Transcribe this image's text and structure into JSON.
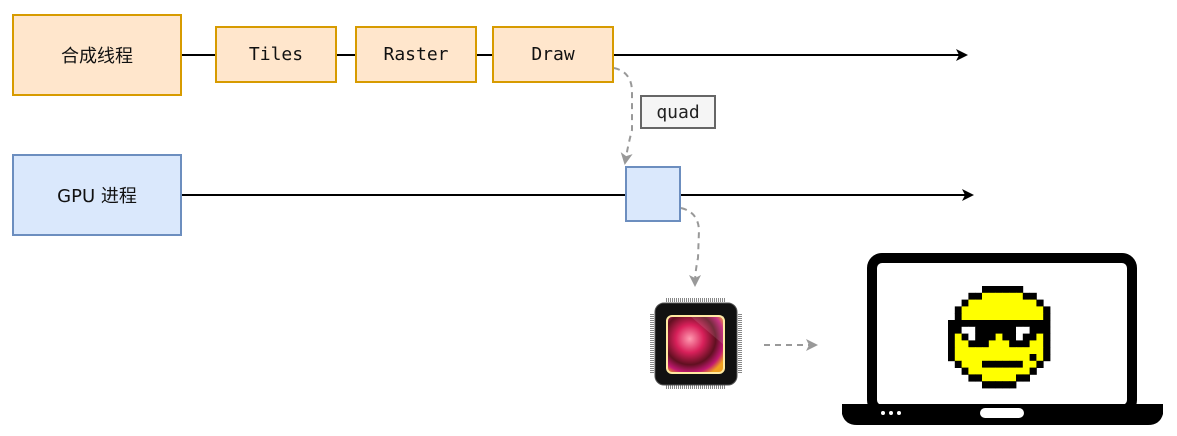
{
  "diagram": {
    "compositor_thread": {
      "label": "合成线程"
    },
    "stages": [
      {
        "label": "Tiles"
      },
      {
        "label": "Raster"
      },
      {
        "label": "Draw"
      }
    ],
    "gpu_process": {
      "label": "GPU 进程"
    },
    "edge_label": {
      "label": "quad"
    },
    "icons": {
      "gpu_chip": "gpu-chip-icon",
      "laptop": "laptop-display-icon",
      "smiley": "cool-smiley-icon"
    },
    "colors": {
      "orange_fill": "#ffe6cc",
      "orange_stroke": "#d79b00",
      "blue_fill": "#dae8fc",
      "blue_stroke": "#6c8ebf",
      "dashed_arrow": "#999999",
      "smiley_yellow": "#ffff00"
    }
  }
}
